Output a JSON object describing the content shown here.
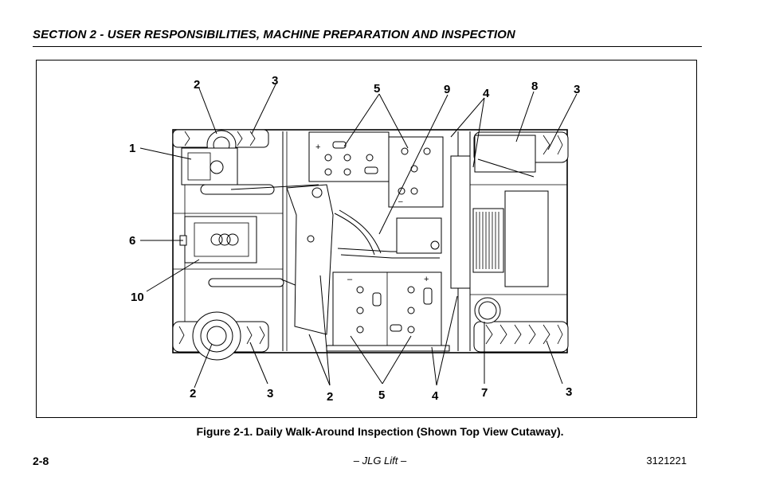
{
  "header": {
    "section_title": "SECTION 2 - USER RESPONSIBILITIES, MACHINE PREPARATION AND INSPECTION"
  },
  "figure": {
    "callouts": [
      {
        "text": "2"
      },
      {
        "text": "3"
      },
      {
        "text": "5"
      },
      {
        "text": "9"
      },
      {
        "text": "4"
      },
      {
        "text": "8"
      },
      {
        "text": "3"
      },
      {
        "text": "1"
      },
      {
        "text": "6"
      },
      {
        "text": "10"
      },
      {
        "text": "2"
      },
      {
        "text": "3"
      },
      {
        "text": "2"
      },
      {
        "text": "5"
      },
      {
        "text": "4"
      },
      {
        "text": "7"
      },
      {
        "text": "3"
      }
    ],
    "caption": "Figure 2-1. Daily Walk-Around Inspection (Shown Top View Cutaway)."
  },
  "footer": {
    "page_number": "2-8",
    "center_text": "– JLG Lift –",
    "doc_number": "3121221"
  }
}
